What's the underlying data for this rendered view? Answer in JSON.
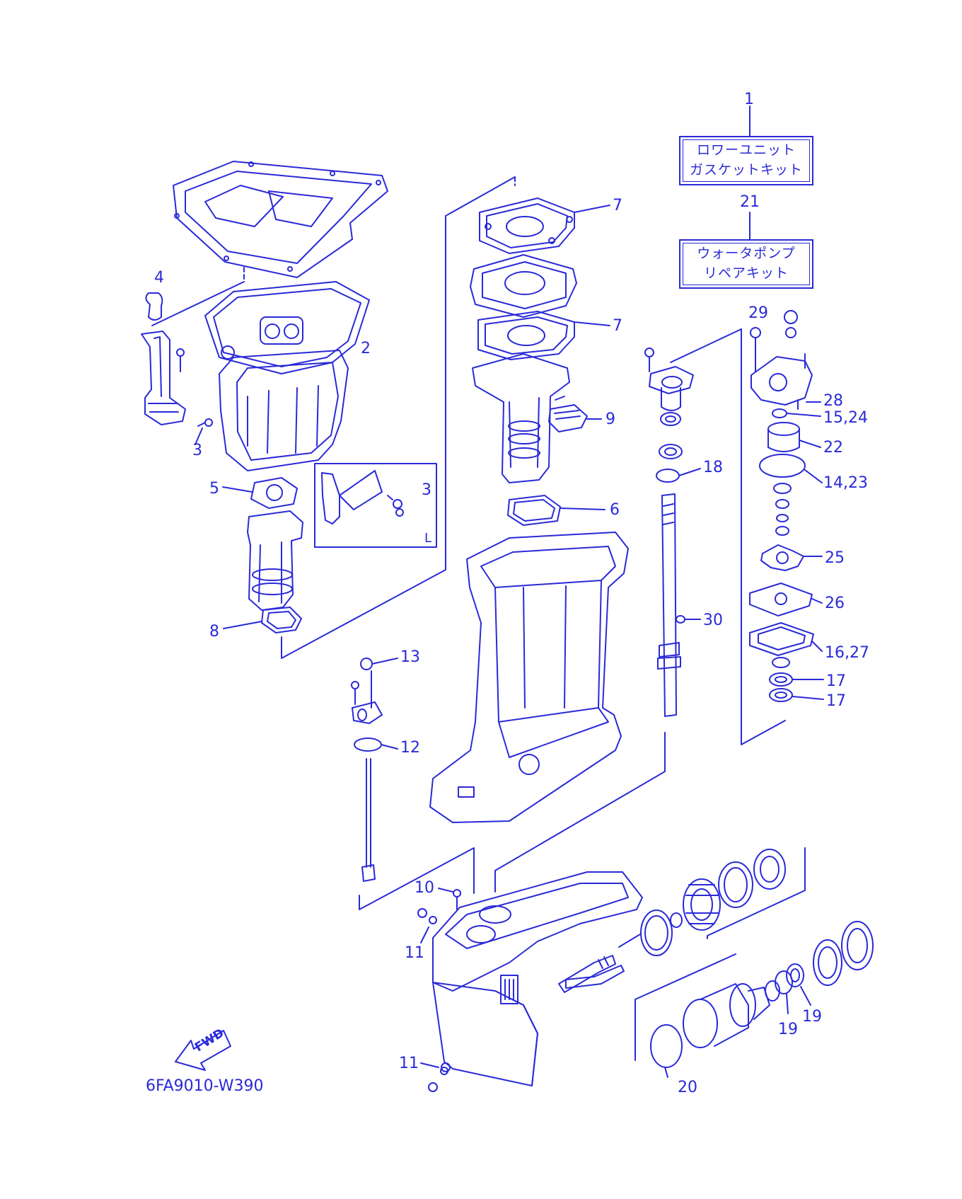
{
  "colors": {
    "line": "#2a2ad8",
    "background": "#ffffff"
  },
  "kits": {
    "gasket": {
      "number": "1",
      "line1": "ロワーユニット",
      "line2": "ガスケットキット"
    },
    "pump": {
      "number": "21",
      "line1": "ウォータポンプ",
      "line2": "リペアキット"
    }
  },
  "callouts": {
    "c2": "2",
    "c3a": "3",
    "c3b": "3",
    "c4": "4",
    "c5": "5",
    "c6": "6",
    "c7a": "7",
    "c7b": "7",
    "c8": "8",
    "c9": "9",
    "c10": "10",
    "c11a": "11",
    "c11b": "11",
    "c12": "12",
    "c13": "13",
    "c14": "14,23",
    "c15": "15,24",
    "c16": "16,27",
    "c17a": "17",
    "c17b": "17",
    "c18": "18",
    "c19a": "19",
    "c19b": "19",
    "c20": "20",
    "c22": "22",
    "c25": "25",
    "c26": "26",
    "c28": "28",
    "c29": "29",
    "c30": "30"
  },
  "inset_label": "L",
  "fwd_label": "FWD",
  "diagram_code": "6FA9010-W390"
}
